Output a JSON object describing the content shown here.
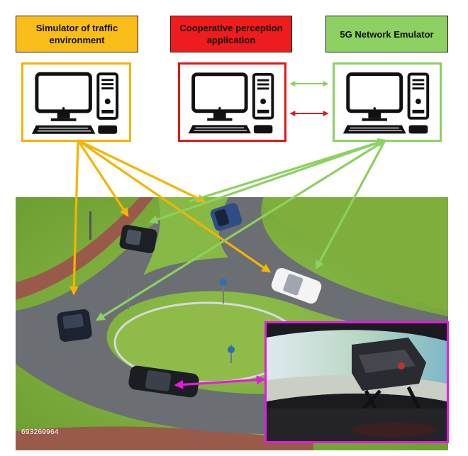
{
  "labels": {
    "simulator": "Simulator of traffic environment",
    "cooperative": "Cooperative perception application",
    "network": "5G Network Emulator"
  },
  "icons": {
    "computer": "desktop-computer-icon",
    "car": "car-icon"
  },
  "colors": {
    "simulator": "#f5b400",
    "cooperative": "#e01818",
    "network": "#8cd162",
    "driving_simulator": "#e21be0"
  },
  "photo": {
    "watermark": "693269964"
  }
}
